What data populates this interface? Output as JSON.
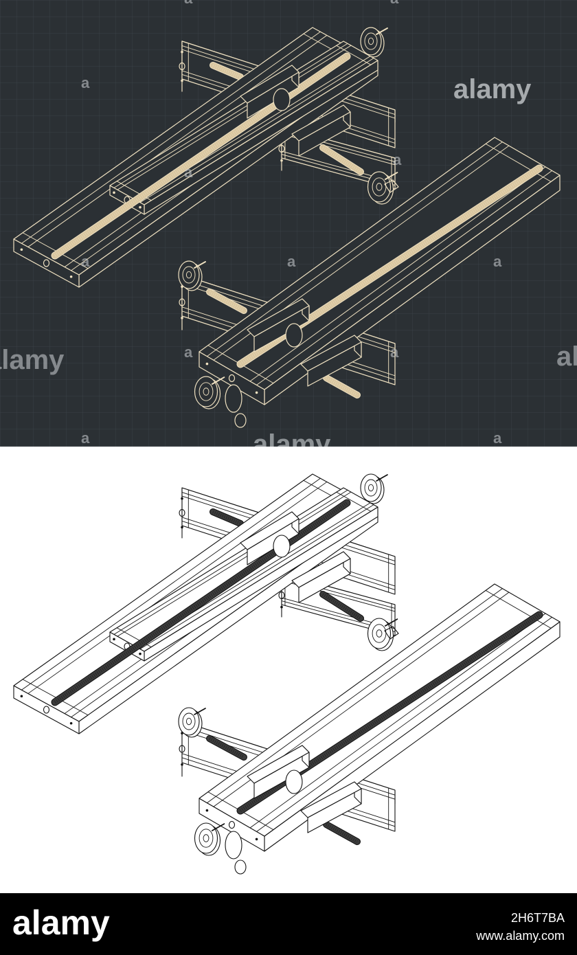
{
  "watermark": {
    "brand": "alamy",
    "fragment": "alamy"
  },
  "footer": {
    "logo": "alamy",
    "image_id": "2H6T7BA",
    "site": "www.alamy.com"
  },
  "colors": {
    "blueprint_bg": "#2b3034",
    "blueprint_grid": "#3a4146",
    "blueprint_line": "#f0e2c2",
    "screw_fill": "#d9c6a0",
    "white_bg": "#ffffff",
    "white_line": "#111111",
    "screw_dark": "#3b3b3b",
    "footer_bg": "#000000",
    "footer_text": "#ffffff"
  },
  "icons": [
    "handwheel-icon",
    "lead-screw-icon",
    "rail-frame-icon"
  ]
}
